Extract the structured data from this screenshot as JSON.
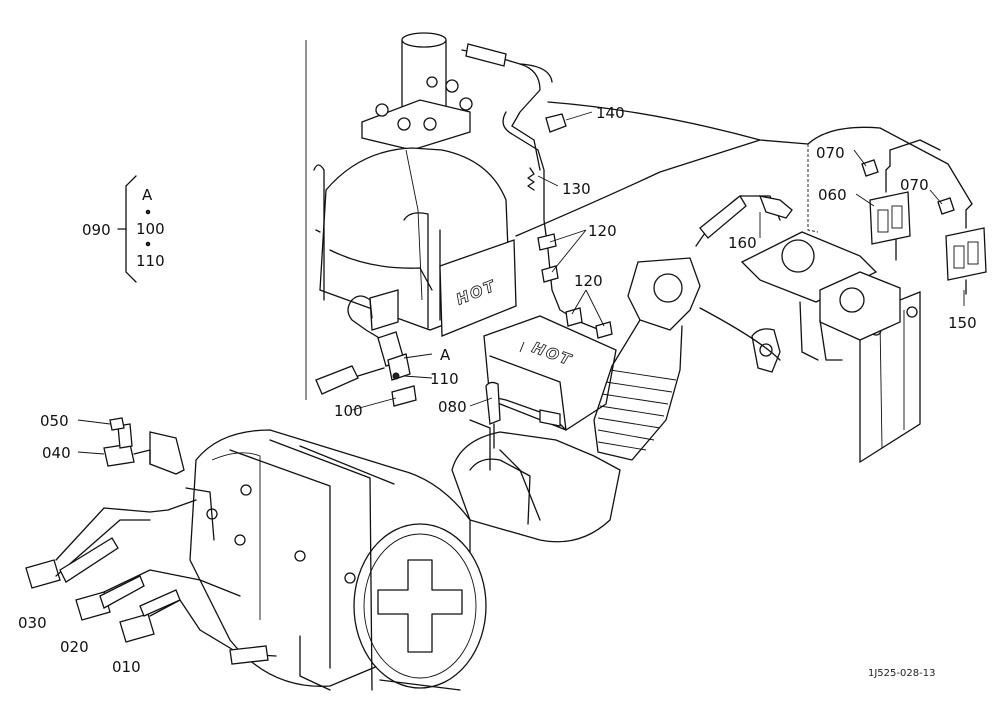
{
  "labels": {
    "p010": "010",
    "p020": "020",
    "p030": "030",
    "p040": "040",
    "p050": "050",
    "p060": "060",
    "p070a": "070",
    "p070b": "070",
    "p080": "080",
    "p090": "090",
    "p100": "100",
    "p110": "110",
    "p120a": "120",
    "p120b": "120",
    "p130": "130",
    "p140": "140",
    "p150": "150",
    "p160": "160",
    "refA": "A"
  },
  "group090": {
    "a": "A",
    "b": "100",
    "c": "110"
  },
  "hot_marks": [
    "HOT",
    "HOT"
  ],
  "drawing_number": "1J525-028-13"
}
